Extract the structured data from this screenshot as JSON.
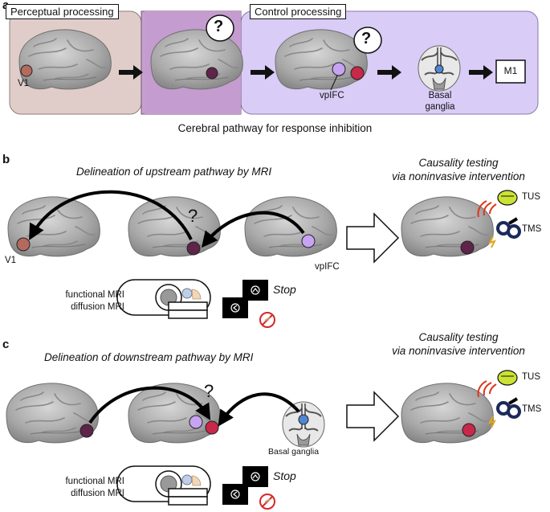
{
  "panel_a": {
    "letter": "a",
    "perceptual_label": "Perceptual processing",
    "control_label": "Control processing",
    "question_mark_1": "?",
    "question_mark_2": "?",
    "v1_label": "V1",
    "vplfc_label": "vpIFC",
    "basal_ganglia_label_line1": "Basal",
    "basal_ganglia_label_line2": "ganglia",
    "m1_label": "M1",
    "caption": "Cerebral pathway for response inhibition",
    "colors": {
      "perceptual_bg": "#e0cdc9",
      "control_bg": "#d9ccf6",
      "overlap_bg": "#c79fd0",
      "v1_node": "#b46b5d",
      "middle_node": "#5e2449",
      "vplfc_node": "#c8a3f2",
      "red_node": "#c8284a",
      "bg_node": "#4f86d6"
    }
  },
  "panel_b": {
    "letter": "b",
    "heading": "Delineation of upstream pathway by MRI",
    "question_mark": "?",
    "v1_label": "V1",
    "vplfc_label": "vpIFC",
    "mri_line1": "functional MRI",
    "mri_line2": "diffusion MRI",
    "stop_label": "Stop",
    "causality_line1": "Causality testing",
    "causality_line2": "via noninvasive intervention",
    "tus_label": "TUS",
    "tms_label": "TMS"
  },
  "panel_c": {
    "letter": "c",
    "heading": "Delineation of downstream pathway by MRI",
    "question_mark": "?",
    "basal_ganglia_label": "Basal ganglia",
    "mri_line1": "functional MRI",
    "mri_line2": "diffusion MRI",
    "stop_label": "Stop",
    "causality_line1": "Causality testing",
    "causality_line2": "via noninvasive intervention",
    "tus_label": "TUS",
    "tms_label": "TMS"
  }
}
